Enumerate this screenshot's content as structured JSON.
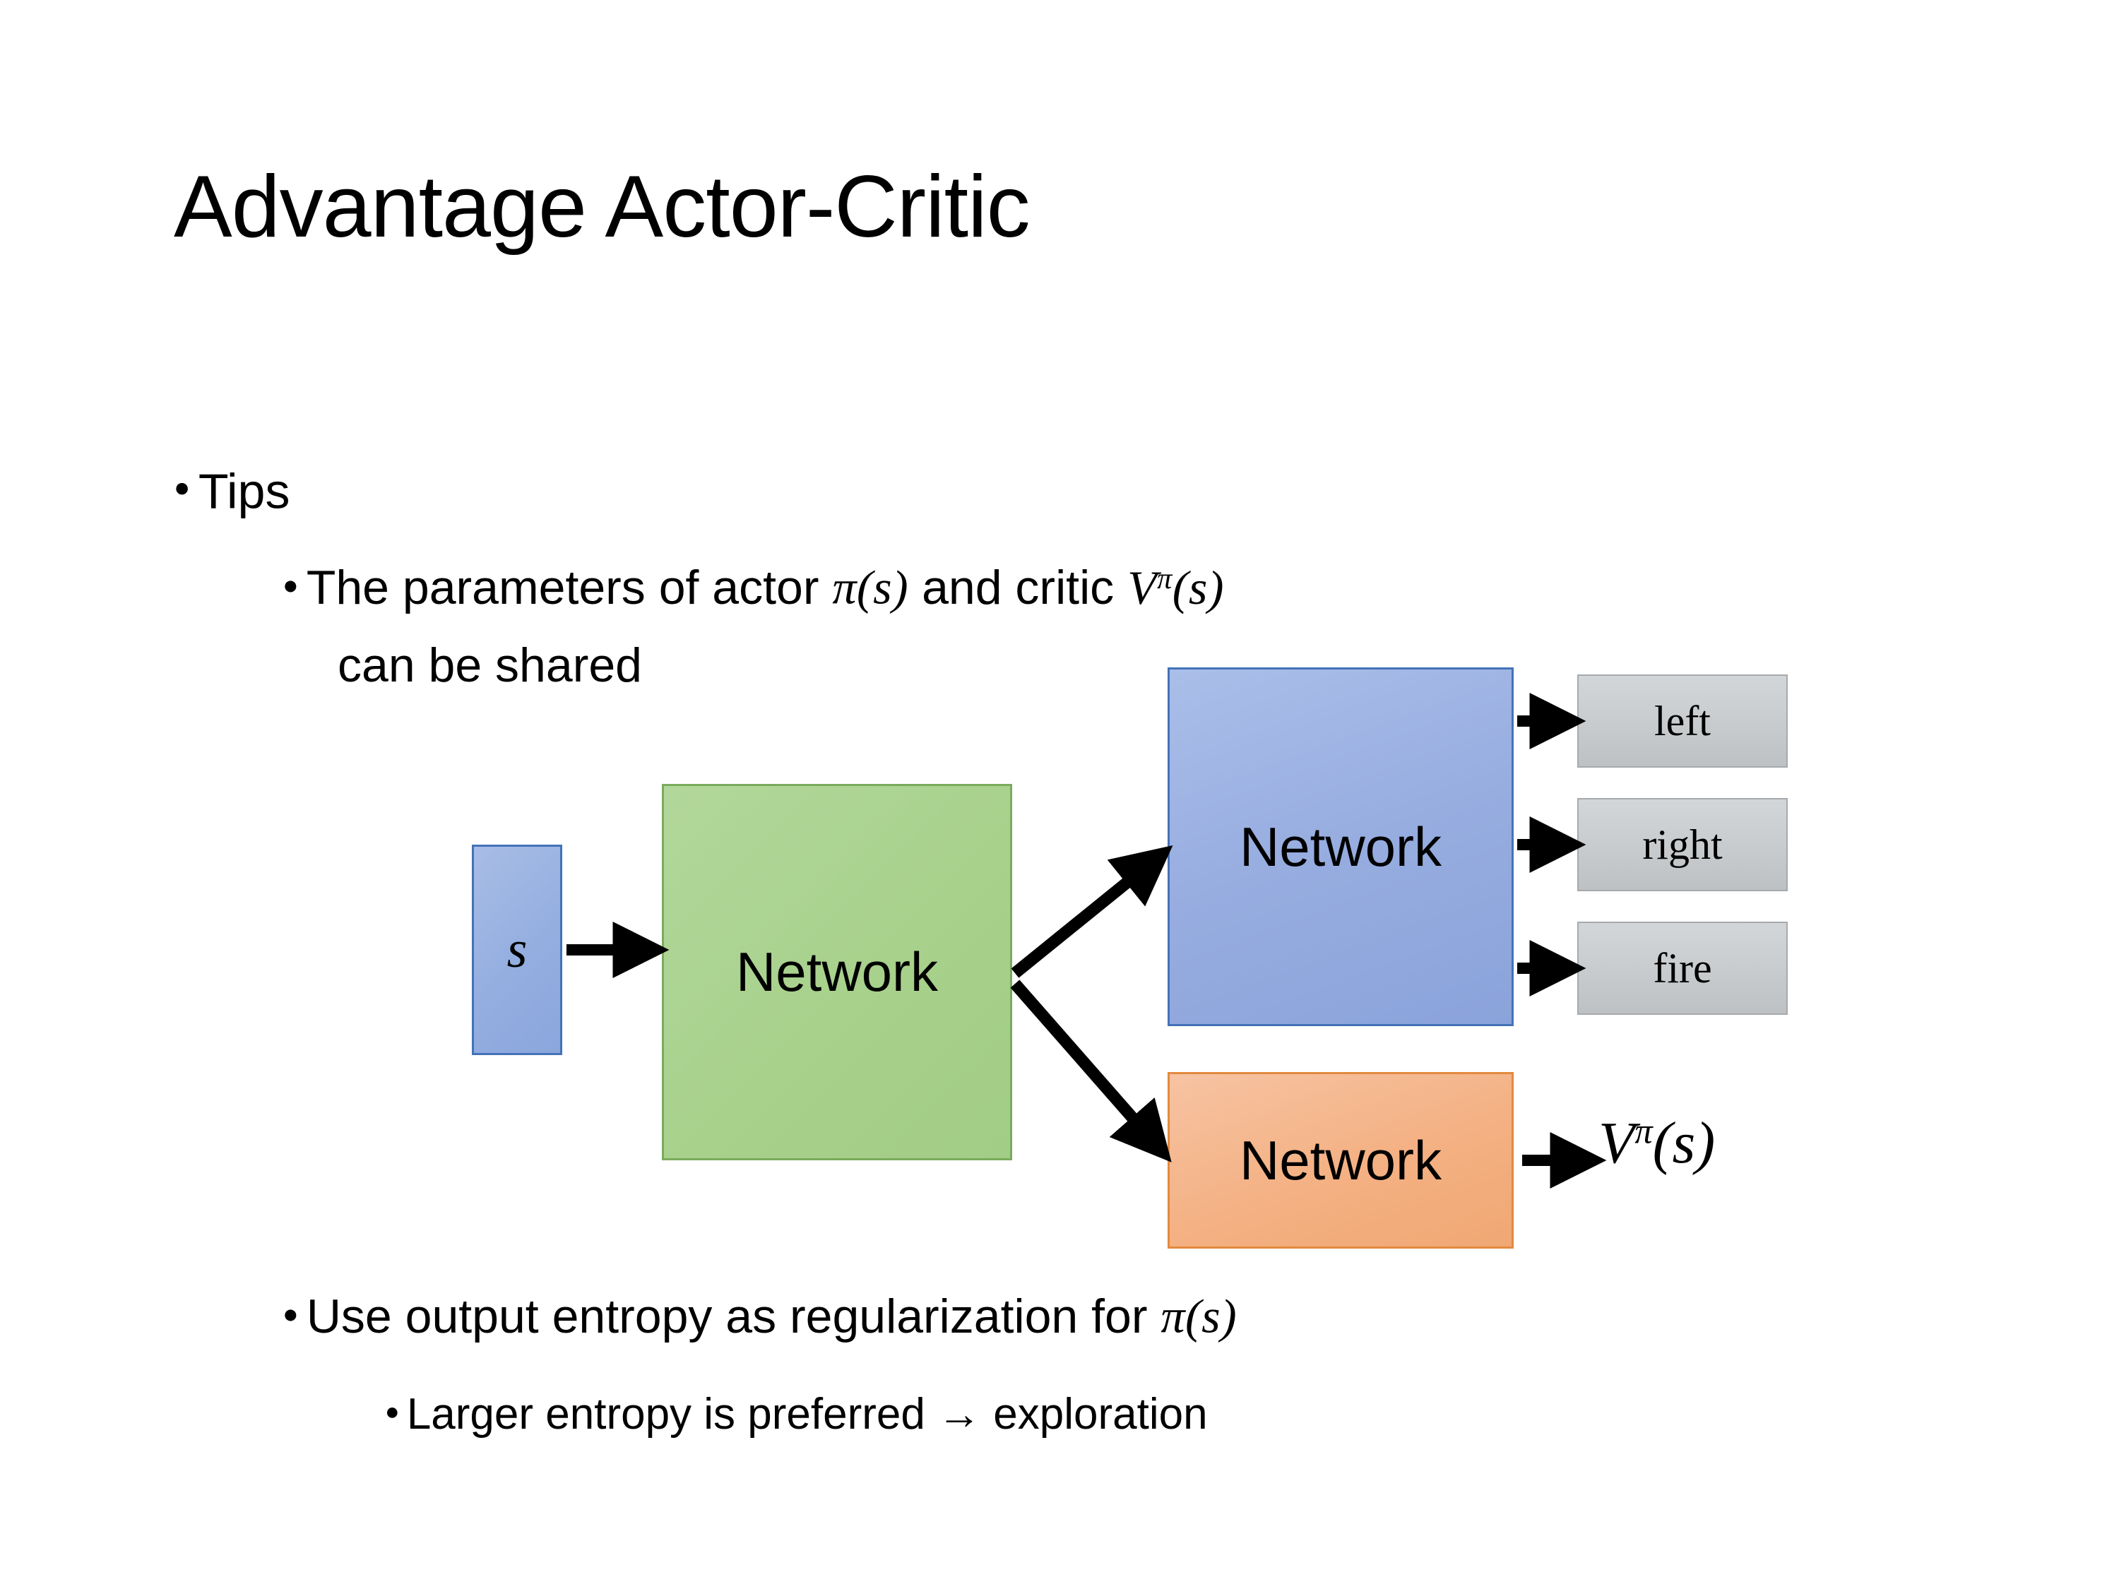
{
  "slide": {
    "title": "Advantage Actor-Critic",
    "background_color": "#ffffff",
    "text_color": "#000000"
  },
  "bullets": {
    "tips": "Tips",
    "shared_line1_prefix": "The parameters of actor ",
    "shared_line1_math_actor": "π(s)",
    "shared_line1_middle": "  and critic ",
    "shared_line1_math_critic_base": "V",
    "shared_line1_math_critic_sup": "π",
    "shared_line1_math_critic_arg": "(s)",
    "shared_line2": "can be shared",
    "entropy_prefix": "Use output entropy as regularization for ",
    "entropy_math": "π(s)",
    "exploration": "Larger entropy is preferred → exploration",
    "bullet_glyph": "●"
  },
  "diagram": {
    "input_box": {
      "label": "s",
      "fill": "#94aee0",
      "border": "#4472b8"
    },
    "shared_network": {
      "label": "Network",
      "fill": "#a8d18c",
      "border": "#7aab5c"
    },
    "actor_network": {
      "label": "Network",
      "fill": "#97ade0",
      "border": "#4472b8"
    },
    "critic_network": {
      "label": "Network",
      "fill": "#f4b183",
      "border": "#e28a3e"
    },
    "actions": [
      {
        "label": "left",
        "fill": "#c9ccce",
        "border": "#a7aaac"
      },
      {
        "label": "right",
        "fill": "#c9ccce",
        "border": "#a7aaac"
      },
      {
        "label": "fire",
        "fill": "#c9ccce",
        "border": "#a7aaac"
      }
    ],
    "critic_output": {
      "base": "V",
      "superscript": "π",
      "argument": "(s)"
    },
    "arrow_color": "#000000"
  }
}
